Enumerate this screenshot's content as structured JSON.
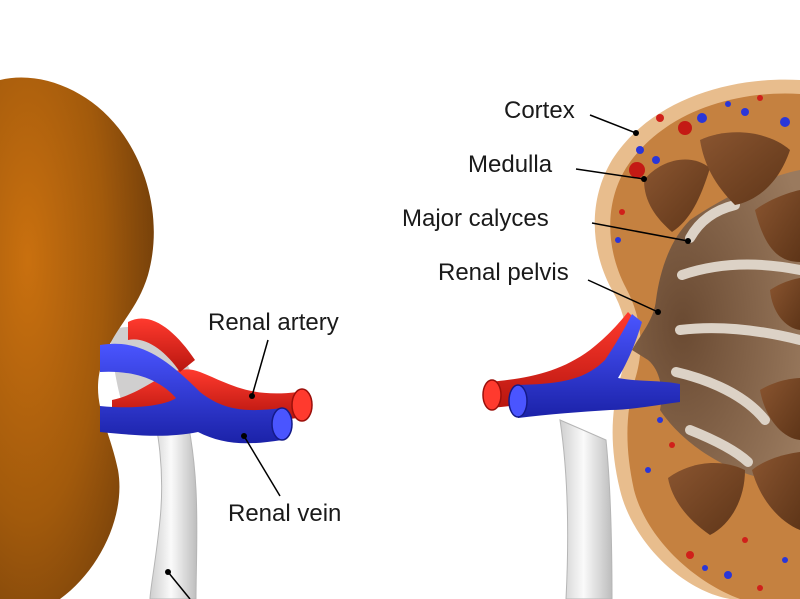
{
  "labels": {
    "renal_artery": "Renal artery",
    "renal_vein": "Renal vein",
    "cortex": "Cortex",
    "medulla": "Medulla",
    "major_calyces": "Major calyces",
    "renal_pelvis": "Renal pelvis"
  },
  "colors": {
    "kidney_exterior": "#a0580a",
    "cortex": "#c17d3a",
    "capsule": "#e6b98a",
    "medulla_pyramid": "#7a4a26",
    "pelvis": "#8a6a50",
    "calyx_outline": "#d9cfc4",
    "artery": "#e0261c",
    "vein": "#2a36d8",
    "ureter": "#dcdcdc"
  }
}
